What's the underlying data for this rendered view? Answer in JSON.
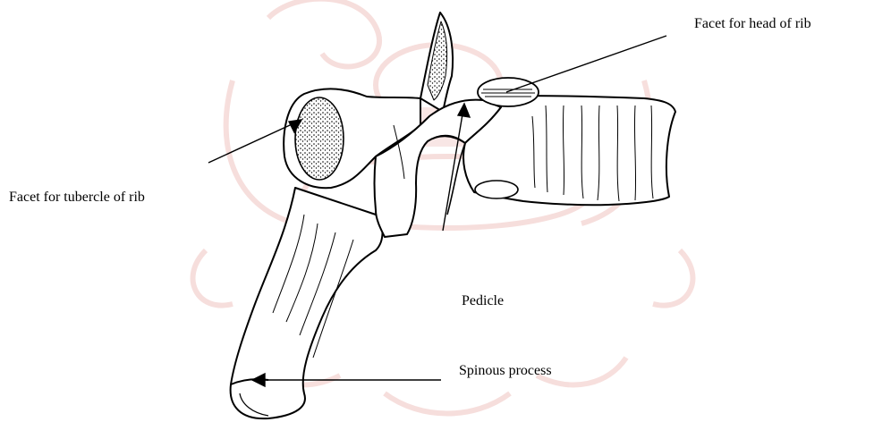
{
  "figure": {
    "subject": "thoracic vertebra, lateral view",
    "labels": {
      "facet_head_of_rib": "Facet  for head of  rib",
      "facet_tubercle_of_rib": "Facet for tubercle of  rib",
      "pedicle": "Pedicle",
      "spinous_process": "Spinous process"
    },
    "colors": {
      "ink": "#000000",
      "watermark": "#e9a9a6",
      "stipple_fill": "#ffffff"
    }
  }
}
